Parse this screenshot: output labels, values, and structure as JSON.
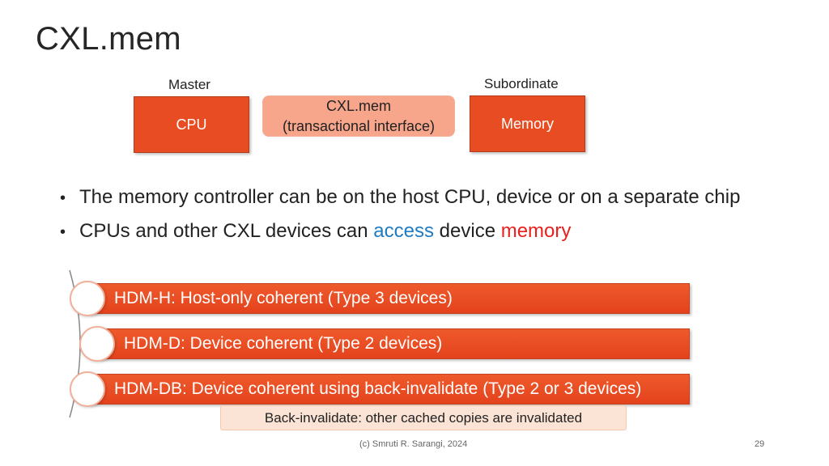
{
  "slide": {
    "title": "CXL.mem",
    "footer_credit": "(c) Smruti R. Sarangi, 2024",
    "page_number": "29"
  },
  "diagram": {
    "master_label": "Master",
    "subordinate_label": "Subordinate",
    "cpu_box": "CPU",
    "interface_line1": "CXL.mem",
    "interface_line2": "(transactional interface)",
    "memory_box": "Memory"
  },
  "bullets": {
    "item1": "The memory controller can be on the host CPU, device or on a separate chip",
    "item2_prefix": "CPUs and other CXL devices can ",
    "item2_access": "access",
    "item2_middle": " device ",
    "item2_memory": "memory"
  },
  "list": {
    "items": [
      "HDM-H: Host-only coherent (Type 3 devices)",
      "HDM-D: Device coherent (Type 2 devices)",
      "HDM-DB: Device coherent using back-invalidate (Type 2 or 3 devices)"
    ],
    "note": "Back-invalidate: other cached copies are invalidated"
  },
  "colors": {
    "box_red": "#e84c22",
    "box_pink": "#f7a58b",
    "access_blue": "#1f7bc2",
    "memory_red": "#e8201e",
    "note_bg": "#fbe3d5"
  }
}
